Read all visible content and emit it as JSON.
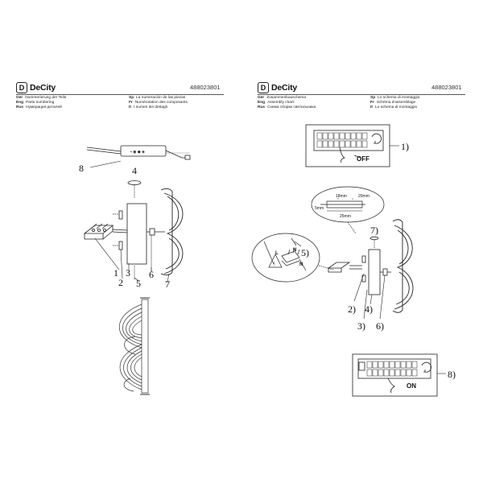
{
  "left_sheet": {
    "brand": {
      "logo_letter": "D",
      "name": "DeCity"
    },
    "code": "488023801",
    "languages": [
      {
        "code": "Ger",
        "text": "Nummerierung der Teile"
      },
      {
        "code": "Eng",
        "text": "Parts numbering"
      },
      {
        "code": "Rus",
        "text": "Нумерация деталей"
      },
      {
        "code": "Sp",
        "text": "La numeración de las piezas"
      },
      {
        "code": "Fr",
        "text": "Numérotation des composants"
      },
      {
        "code": "It",
        "text": "I numeri dei dettagli"
      }
    ],
    "callouts": {
      "c1": "1",
      "c2": "2",
      "c3": "3",
      "c4": "4",
      "c5": "5",
      "c6": "6",
      "c7": "7",
      "c8": "8"
    }
  },
  "right_sheet": {
    "brand": {
      "logo_letter": "D",
      "name": "DeCity"
    },
    "code": "488023801",
    "languages": [
      {
        "code": "Ger",
        "text": "Zusammenbauschema"
      },
      {
        "code": "Eng",
        "text": "Assembly chart:"
      },
      {
        "code": "Rus",
        "text": "Схема сборки светильника"
      },
      {
        "code": "Sp",
        "text": "Lo schema di montaggio"
      },
      {
        "code": "Fr",
        "text": "Schéma d'assemblage"
      },
      {
        "code": "It",
        "text": "Lo schema di montaggio"
      }
    ],
    "callouts": {
      "s1": "1)",
      "s2": "2)",
      "s3": "3)",
      "s4": "4)",
      "s5": "5)",
      "s6": "6)",
      "s7": "7)",
      "s8": "8)"
    },
    "switch_off": "OFF",
    "switch_on": "ON",
    "dimensions": {
      "d1": "18mm",
      "d2": "20mm",
      "d3": "5mm",
      "d4": "25mm"
    },
    "wire_labels": {
      "L": "L",
      "N": "N"
    }
  }
}
